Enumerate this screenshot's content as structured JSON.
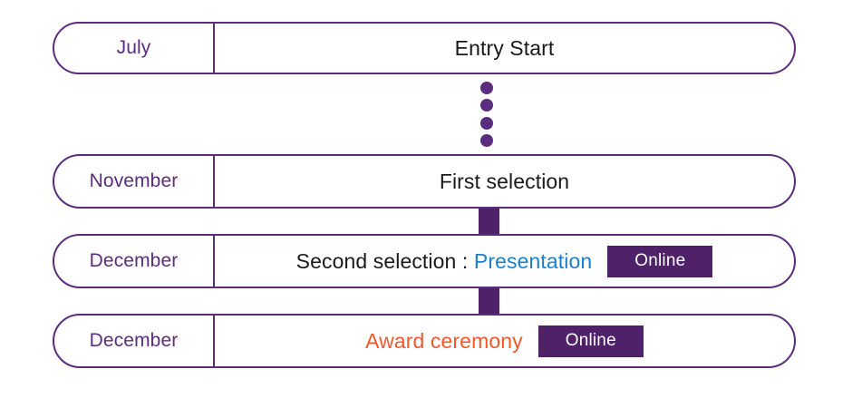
{
  "timeline": {
    "rows": [
      {
        "month": "July",
        "event": "Entry Start",
        "badge": null
      },
      {
        "month": "November",
        "event": "First selection",
        "badge": null
      },
      {
        "month": "December",
        "event_prefix": "Second selection : ",
        "event_highlight": "Presentation",
        "badge": "Online"
      },
      {
        "month": "December",
        "event": "Award ceremony",
        "badge": "Online"
      }
    ],
    "connectors": [
      {
        "style": "dotted",
        "dot_count": 4
      },
      {
        "style": "solid"
      },
      {
        "style": "solid"
      }
    ]
  },
  "colors": {
    "purple": "#5B2D7E",
    "badge_purple": "#4F2169",
    "blue": "#1B80C8",
    "orange": "#F1592A",
    "text_black": "#1A1A1A",
    "background": "#FFFFFF"
  }
}
